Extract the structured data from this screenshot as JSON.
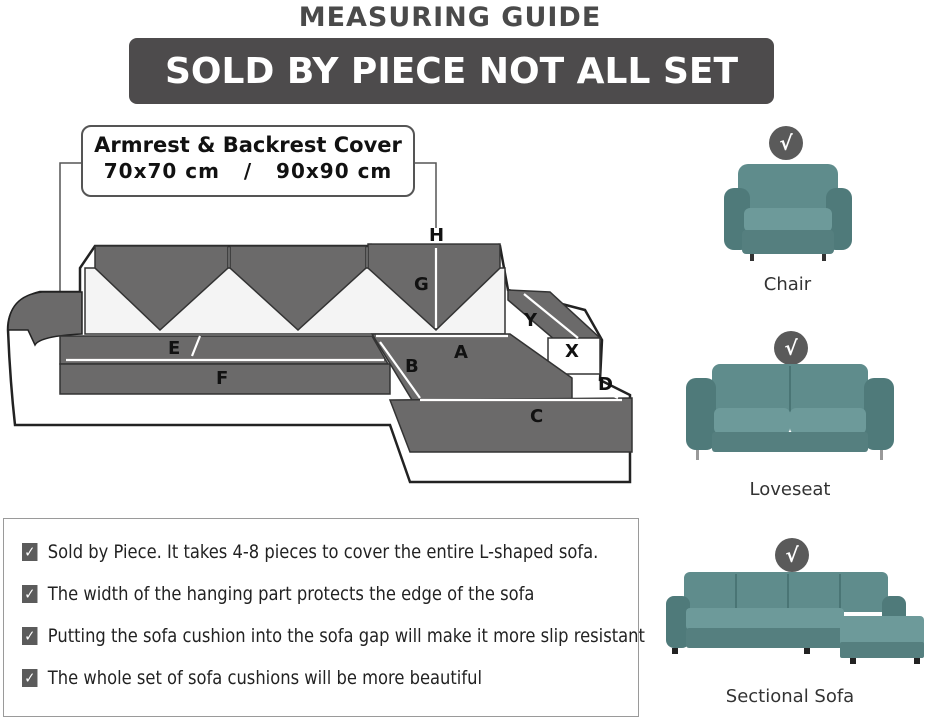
{
  "header": {
    "title": "MEASURING GUIDE",
    "banner": "SOLD BY PIECE NOT ALL SET"
  },
  "cover_label": {
    "line1": "Armrest & Backrest Cover",
    "line2": "70x70 cm   /   90x90 cm"
  },
  "dimensions": {
    "h": "H",
    "g": "G",
    "e": "E",
    "a": "A",
    "f": "F",
    "b": "B",
    "y": "Y",
    "x": "X",
    "d": "D",
    "c": "C"
  },
  "features": [
    "Sold by Piece. It takes 4-8 pieces to cover the entire L-shaped sofa.",
    "The width of the hanging part protects the edge of the sofa",
    "Putting the sofa cushion into the sofa gap will make it more slip resistant",
    "The whole set of sofa cushions will be more beautiful"
  ],
  "variants": [
    {
      "label": "Chair",
      "check": "√"
    },
    {
      "label": "Loveseat",
      "check": "√"
    },
    {
      "label": "Sectional Sofa",
      "check": "√"
    }
  ],
  "colors": {
    "cover_gray": "#6b6a6a",
    "banner_gray": "#4d4b4c",
    "teal_sofa": "#5f8c8c",
    "check_badge": "#5a5a5a"
  },
  "icons": {
    "checkbox": "check-box-icon",
    "badge": "check-circle-icon"
  }
}
